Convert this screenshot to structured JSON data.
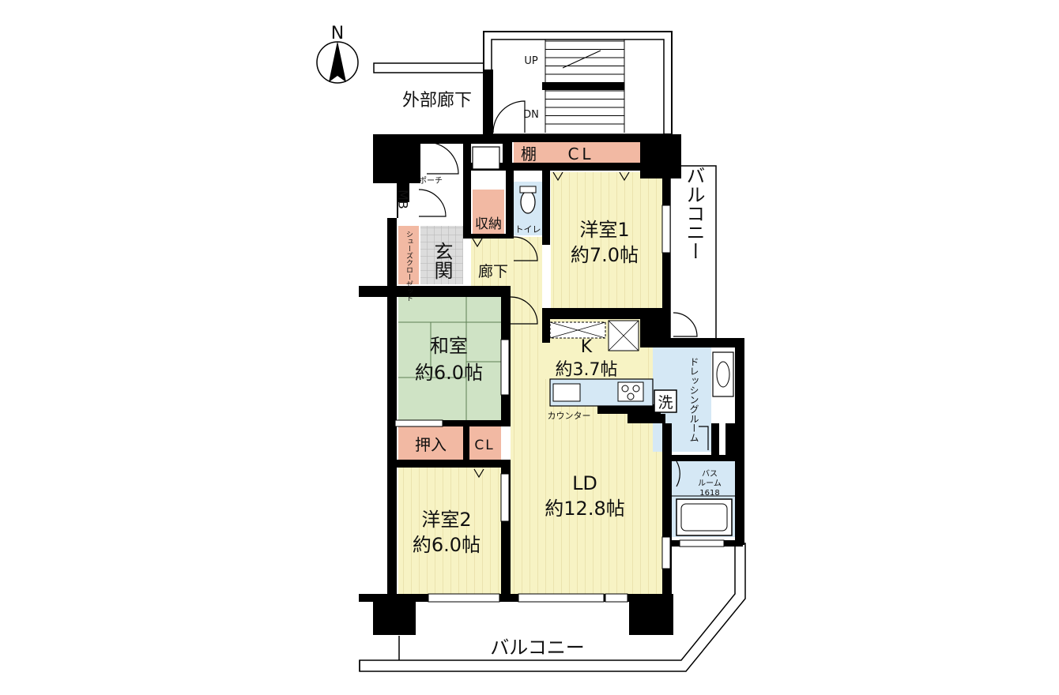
{
  "compass": {
    "label": "N"
  },
  "exterior": {
    "corridor_label": "外部廊下",
    "stairs_up": "UP",
    "stairs_down": "DN",
    "balcony_east": "バルコニー",
    "balcony_south": "バルコニー"
  },
  "rooms": {
    "shelf": "棚",
    "closet_top": "CL",
    "western1_name": "洋室1",
    "western1_size": "約7.0帖",
    "storage": "収納",
    "toilet": "トイレ",
    "porch": "ポーチ",
    "mb": "MB",
    "shoe_closet": "シューズクローゼット",
    "entrance": "玄関",
    "hallway": "廊下",
    "japanese_name": "和室",
    "japanese_size": "約6.0帖",
    "kitchen_name": "K",
    "kitchen_size": "約3.7帖",
    "counter": "カウンター",
    "dressing": "ドレッシングルーム",
    "washer": "洗",
    "bath_line1": "バス",
    "bath_line2": "ルーム",
    "bath_line3": "1618",
    "oshiire": "押入",
    "closet_mid": "CL",
    "living_name": "LD",
    "living_size": "約12.8帖",
    "western2_name": "洋室2",
    "western2_size": "約6.0帖"
  },
  "colors": {
    "wall": "#000000",
    "western_floor": "#f7f3c4",
    "tatami": "#cfe3c5",
    "closet": "#f2b9a3",
    "wet_area": "#d5e8f5",
    "entrance_tile": "#d9d9d9"
  }
}
